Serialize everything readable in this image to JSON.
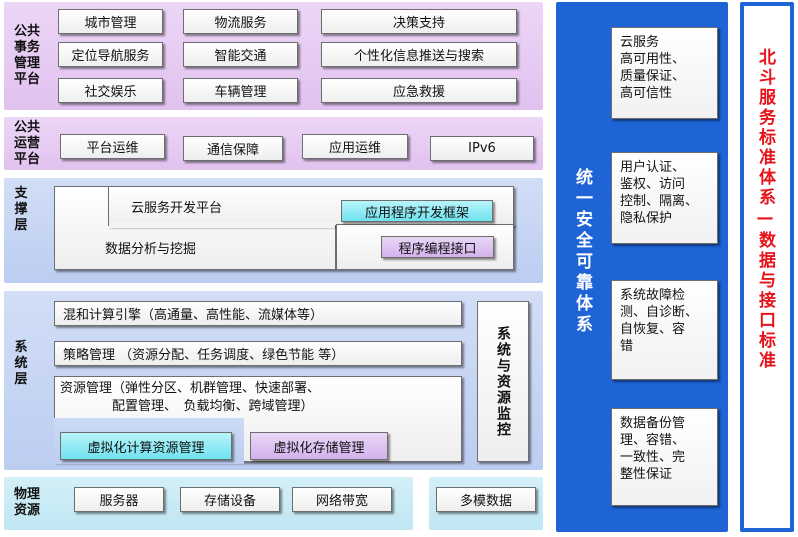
{
  "layers": {
    "public_affairs": {
      "label": "公共\n事务\n管理\n平台",
      "items": [
        "城市管理",
        "物流服务",
        "决策支持",
        "定位导航服务",
        "智能交通",
        "个性化信息推送与搜索",
        "社交娱乐",
        "车辆管理",
        "应急救援"
      ]
    },
    "public_ops": {
      "label": "公共\n运营\n平台",
      "items": [
        "平台运维",
        "通信保障",
        "应用运维",
        "IPv6"
      ]
    },
    "support": {
      "label": "支\n撑\n层",
      "cloud_dev": "云服务开发平台",
      "data_analysis": "数据分析与挖掘",
      "app_framework": "应用程序开发框架",
      "api": "程序编程接口"
    },
    "system": {
      "label": "系\n统\n层",
      "hybrid_engine": "混和计算引擎（高通量、高性能、流媒体等）",
      "policy": "策略管理 （资源分配、任务调度、绿色节能 等）",
      "resource": "资源管理（弹性分区、机群管理、快速部署、\n　　　　配置管理、　负载均衡、跨域管理）",
      "virt_compute": "虚拟化计算资源管理",
      "virt_storage": "虚拟化存储管理",
      "monitor": "系统与资源监控"
    },
    "physical": {
      "label": "物理\n资源",
      "items": [
        "服务器",
        "存储设备",
        "网络带宽",
        "多模数据"
      ]
    }
  },
  "security": {
    "title": "统一安全可靠体系",
    "items": [
      "云服务\n高可用性、\n质量保证、\n高可信性",
      "用户认证、\n鉴权、访问\n控制、隔离、\n隐私保护",
      "系统故障检\n测、自诊断、\n自恢复、容\n错",
      "数据备份管\n理、容错、\n一致性、完\n整性保证"
    ]
  },
  "standard": {
    "title": "北斗服务标准体系—数据与接口标准"
  },
  "colors": {
    "band_pink": "#e8c8f2",
    "band_blue": "#c3d4f3",
    "band_cyan": "#c4eaf5",
    "security_blue": "#1e64d6",
    "standard_red": "#e8121a"
  }
}
